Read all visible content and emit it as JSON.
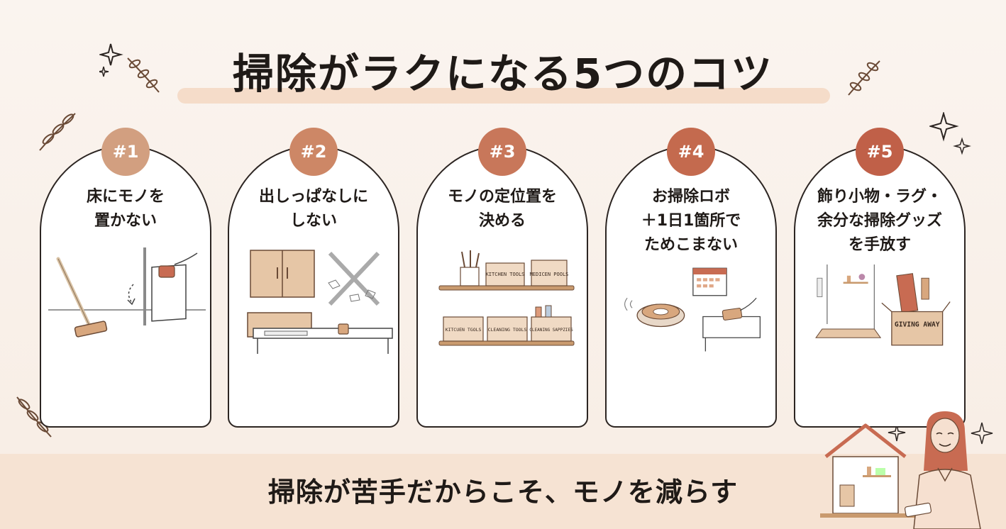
{
  "title": "掃除がラクになる5つのコツ",
  "tips": [
    {
      "badge": "#1",
      "title": "床にモノを\n置かない"
    },
    {
      "badge": "#2",
      "title": "出しっぱなしに\nしない"
    },
    {
      "badge": "#3",
      "title": "モノの定位置を\n決める"
    },
    {
      "badge": "#4",
      "title": "お掃除ロボ\n＋1日1箇所で\nためこまない"
    },
    {
      "badge": "#5",
      "title": "飾り小物・ラグ・\n余分な掃除グッズ\nを手放す"
    }
  ],
  "labels": {
    "kitchen_tools": "KITCHEN TOOLS",
    "medicine_tools": "MEDICEN POOLS",
    "kitchen_tools_2": "KITCUEN TGOLS",
    "cleaning_tools": "CLEANING TOOLS",
    "cleaning_supplies": "CLEANING SAPPZIES",
    "giving_away": "GIVING AWAY"
  },
  "footer": "掃除が苦手だからこそ、モノを減らす",
  "colors": {
    "badge1": "#d29f80",
    "badge2": "#cd8766",
    "badge3": "#c8775a",
    "badge4": "#c46a4e",
    "badge5": "#c06048",
    "accent": "#c99a6e"
  }
}
